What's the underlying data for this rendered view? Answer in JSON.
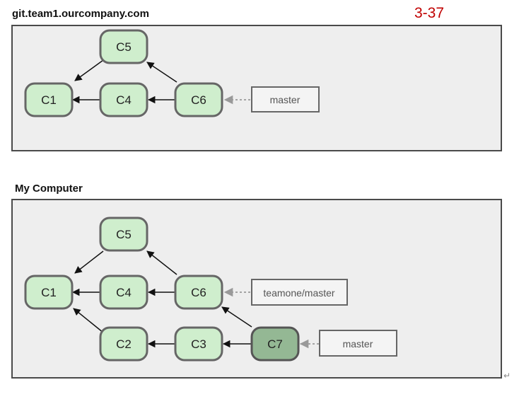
{
  "figure_number": "3-37",
  "remote": {
    "title": "git.team1.ourcompany.com",
    "commits": [
      {
        "id": "C1"
      },
      {
        "id": "C4"
      },
      {
        "id": "C5"
      },
      {
        "id": "C6"
      }
    ],
    "refs": [
      {
        "label": "master",
        "points_to": "C6"
      }
    ]
  },
  "local": {
    "title": "My Computer",
    "commits": [
      {
        "id": "C1"
      },
      {
        "id": "C4"
      },
      {
        "id": "C5"
      },
      {
        "id": "C6"
      },
      {
        "id": "C2"
      },
      {
        "id": "C3"
      },
      {
        "id": "C7",
        "highlighted": true
      }
    ],
    "refs": [
      {
        "label": "teamone/master",
        "points_to": "C6"
      },
      {
        "label": "master",
        "points_to": "C7"
      }
    ]
  },
  "colors": {
    "commit_fill": "#cfeecd",
    "commit_highlight_fill": "#94b894",
    "commit_stroke": "#666666",
    "panel_fill": "#eeeeee",
    "figure_number": "#c00000"
  }
}
